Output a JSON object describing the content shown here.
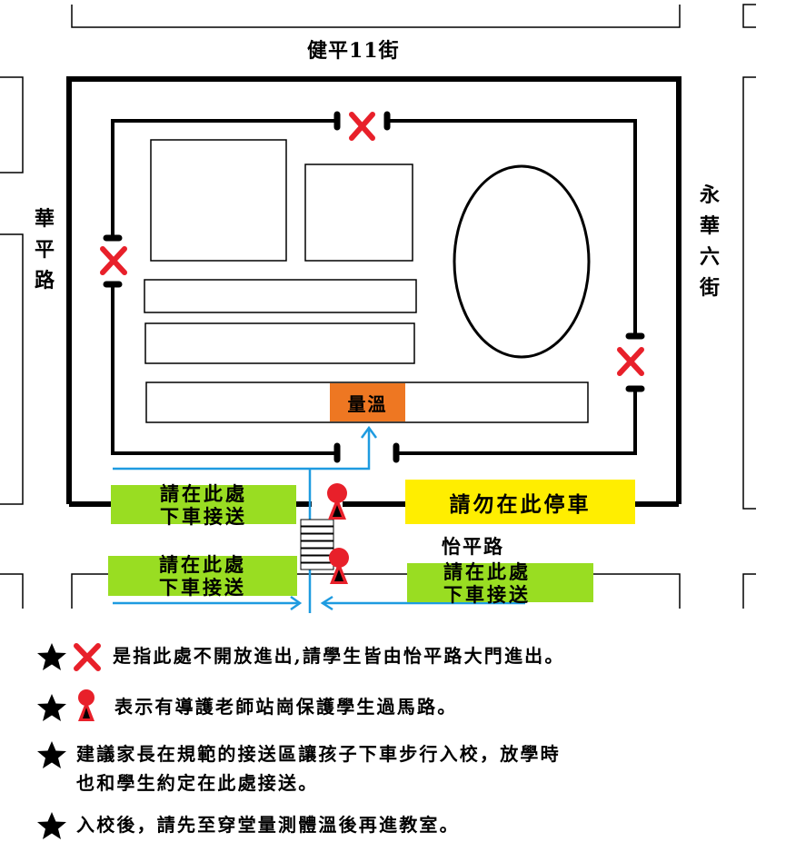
{
  "streets": {
    "top": "健平11街",
    "left": [
      "華",
      "平",
      "路"
    ],
    "right": [
      "永",
      "華",
      "六",
      "街"
    ],
    "bottom": "怡平路"
  },
  "map_labels": {
    "temperature": "量溫",
    "no_parking": "請勿在此停車",
    "dropoff_line1": "請在此處",
    "dropoff_line2": "下車接送"
  },
  "legend": [
    {
      "icon": "red-x-icon",
      "text": "是指此處不開放進出,請學生皆由怡平路大門進出。"
    },
    {
      "icon": "guard-pin-icon",
      "text": "表示有導護老師站崗保護學生過馬路。"
    },
    {
      "icon": "",
      "line1": "建議家長在規範的接送區讓孩子下車步行入校，放學時",
      "line2": "也和學生約定在此處接送。"
    },
    {
      "icon": "",
      "text": "入校後，請先至穿堂量測體溫後再進教室。"
    }
  ],
  "colors": {
    "closed_marker": "#e8202a",
    "guard_marker": "#e8202a",
    "dropoff_zone": "#99dd22",
    "no_parking_zone": "#ffee00",
    "temperature_station": "#ee7722",
    "route_arrow": "#1e9be0"
  }
}
